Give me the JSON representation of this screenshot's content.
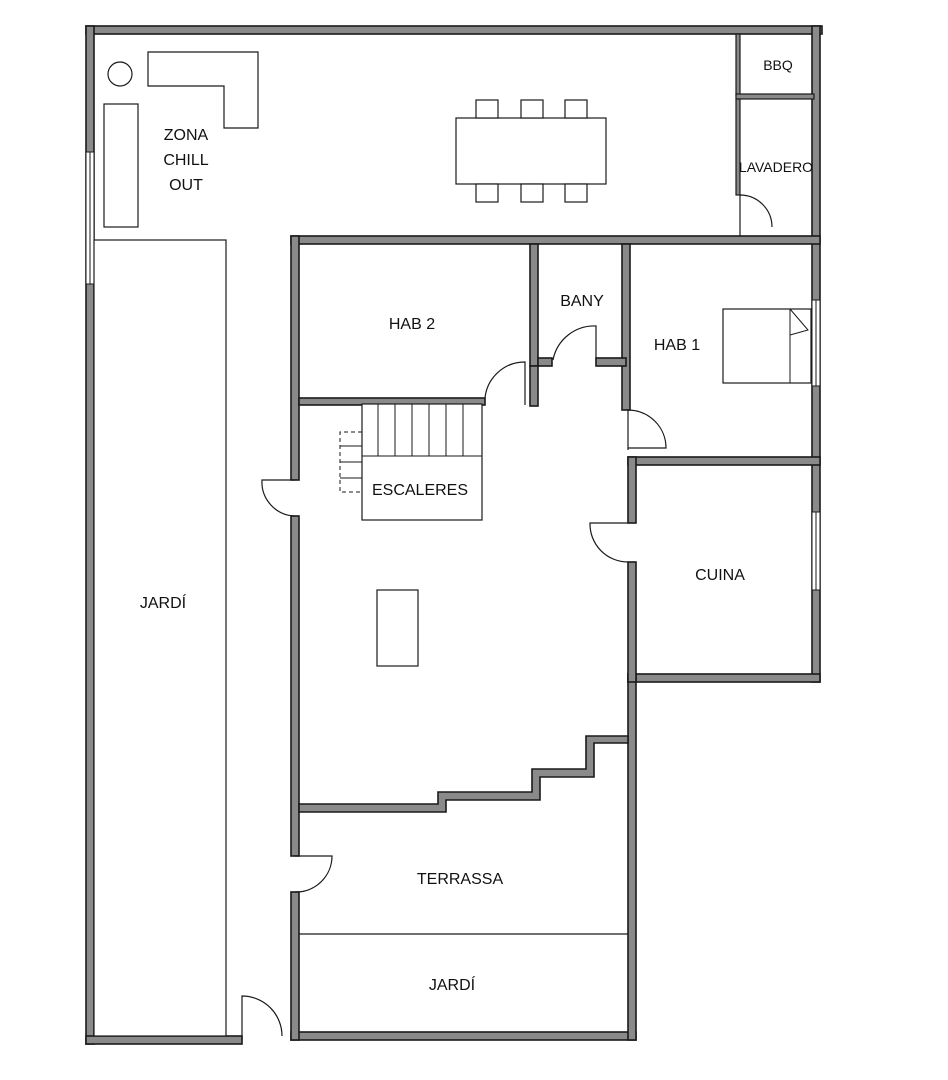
{
  "rooms": {
    "zona_chill_out": [
      "ZONA",
      "CHILL",
      "OUT"
    ],
    "bbq": "BBQ",
    "lavadero": "LAVADERO",
    "hab2": "HAB 2",
    "bany": "BANY",
    "hab1": "HAB 1",
    "escaleres": "ESCALERES",
    "cuina": "CUINA",
    "jardi_side": "JARDÍ",
    "terrassa": "TERRASSA",
    "jardi_bottom": "JARDÍ"
  }
}
